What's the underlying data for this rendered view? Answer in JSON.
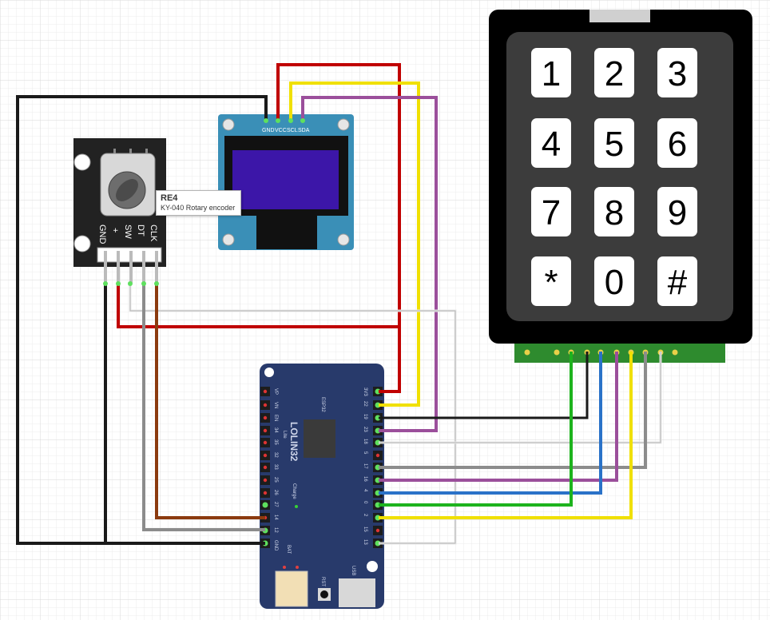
{
  "encoder": {
    "pins": [
      "GND",
      "+",
      "SW",
      "DT",
      "CLK"
    ],
    "tooltip_id": "RE4",
    "tooltip_name": "KY-040 Rotary encoder"
  },
  "oled": {
    "pins": [
      "GND",
      "VCC",
      "SCL",
      "SDA"
    ]
  },
  "keypad": {
    "keys": [
      "1",
      "2",
      "3",
      "4",
      "5",
      "6",
      "7",
      "8",
      "9",
      "*",
      "0",
      "#"
    ]
  },
  "board": {
    "chip_label": "ESP32",
    "name_label": "LOLIN32",
    "sub_label": "Lite",
    "charge_label": "Charge",
    "bat_label": "BAT",
    "rst_label": "RST",
    "usb_label": "USB",
    "left_pins": [
      "VP",
      "VN",
      "EN",
      "34",
      "35",
      "32",
      "33",
      "25",
      "26",
      "27",
      "14",
      "12",
      "GND"
    ],
    "right_pins": [
      "3V3",
      "22",
      "19",
      "23",
      "18",
      "5",
      "17",
      "16",
      "4",
      "0",
      "2",
      "15",
      "13"
    ]
  },
  "colors": {
    "red": "#c00000",
    "black": "#1a1a1a",
    "yellow": "#f0e000",
    "purple": "#9b4f9b",
    "white_wire": "#e8e8e8",
    "gray": "#8c8c8c",
    "brown": "#8b3a0e",
    "green": "#1db31d",
    "blue": "#2a72c8",
    "board_blue": "#283a6b",
    "oled_teal": "#3a8fb7",
    "oled_screen": "#3c16a8"
  }
}
